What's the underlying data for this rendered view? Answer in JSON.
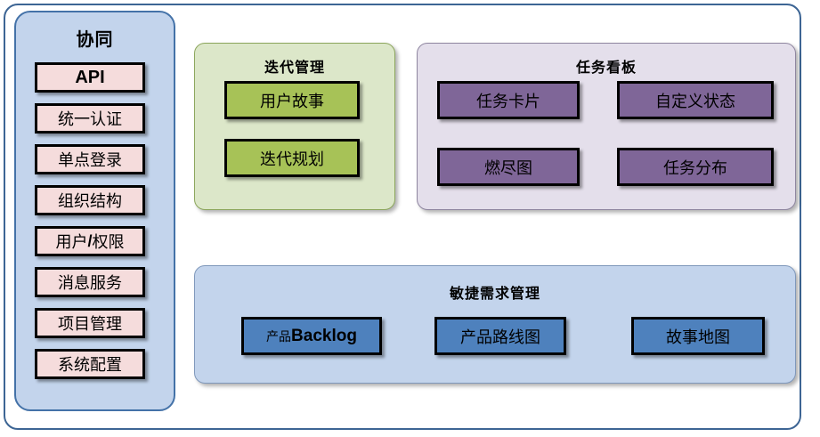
{
  "diagram": {
    "title_visible": false,
    "colors": {
      "frame_border": "#3d6594",
      "sidebar_bg": "#c3d4ec",
      "sidebar_border": "#4472a8",
      "sidebar_item_bg": "#f5dcdc",
      "iteration_bg": "#dce7c9",
      "iteration_item_bg": "#a7c257",
      "taskboard_bg": "#e4dfeb",
      "taskboard_item_bg": "#7f6698",
      "agile_bg": "#c3d4ec",
      "agile_item_bg": "#4e81bd",
      "node_border": "#000000"
    }
  },
  "sidebar": {
    "title": "协同",
    "items": [
      {
        "label": "API"
      },
      {
        "label": "统一认证"
      },
      {
        "label": "单点登录"
      },
      {
        "label": "组织结构"
      },
      {
        "label": "用户/权限",
        "prefix": "用户",
        "bold": "/",
        "suffix": "权限"
      },
      {
        "label": "消息服务"
      },
      {
        "label": "项目管理"
      },
      {
        "label": "系统配置"
      }
    ]
  },
  "iteration": {
    "title": "迭代管理",
    "items": [
      {
        "label": "用户故事"
      },
      {
        "label": "迭代规划"
      }
    ]
  },
  "taskboard": {
    "title": "任务看板",
    "items": [
      {
        "label": "任务卡片"
      },
      {
        "label": "自定义状态"
      },
      {
        "label": "燃尽图"
      },
      {
        "label": "任务分布"
      }
    ]
  },
  "agile": {
    "title": "敏捷需求管理",
    "items": [
      {
        "label": "产品Backlog",
        "cjk": "产品",
        "latin": "Backlog"
      },
      {
        "label": "产品路线图"
      },
      {
        "label": "故事地图"
      }
    ]
  }
}
